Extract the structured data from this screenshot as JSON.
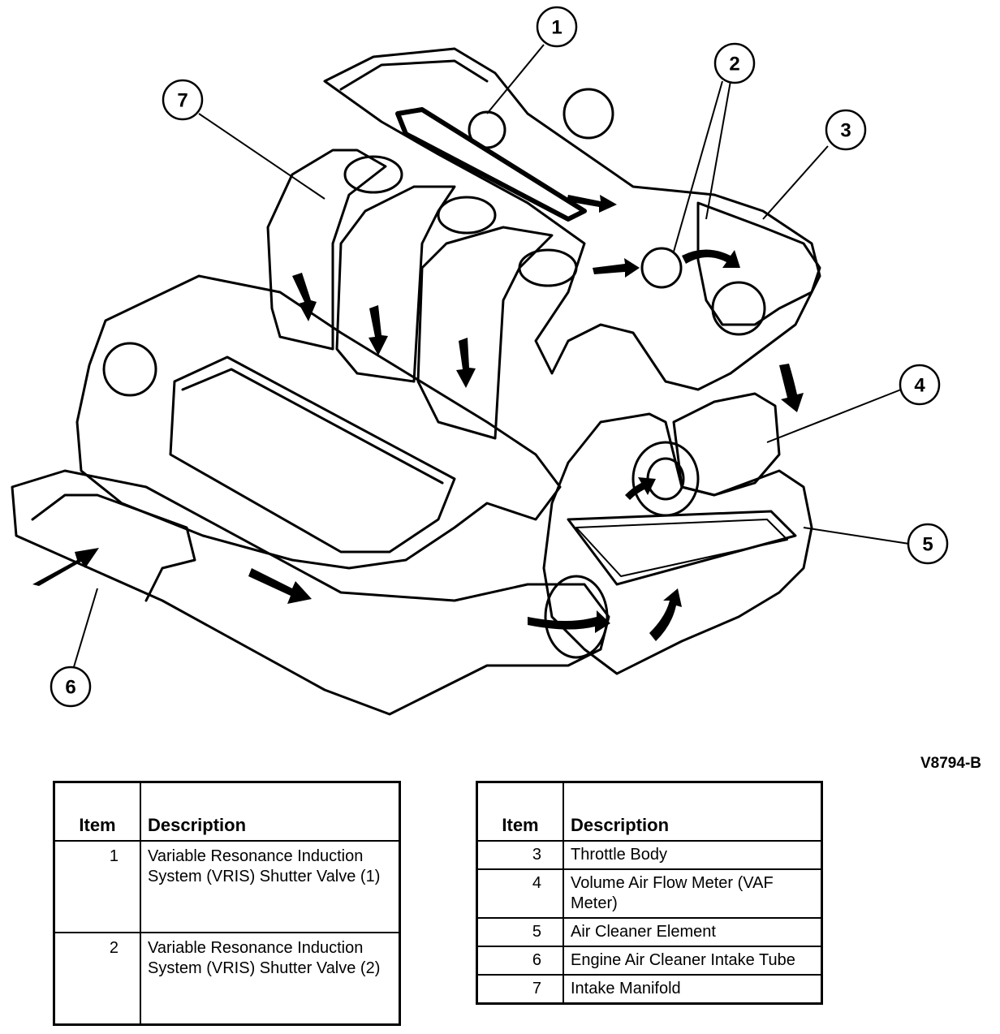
{
  "figure_id": "V8794-B",
  "callouts": [
    "1",
    "2",
    "3",
    "4",
    "5",
    "6",
    "7"
  ],
  "legend_left": {
    "header_item": "Item",
    "header_description": "Description",
    "rows": [
      {
        "item": "1",
        "description": "Variable Resonance Induction System (VRIS) Shutter Valve (1)"
      },
      {
        "item": "2",
        "description": "Variable Resonance Induction System (VRIS) Shutter Valve (2)"
      }
    ]
  },
  "legend_right": {
    "header_item": "Item",
    "header_description": "Description",
    "rows": [
      {
        "item": "3",
        "description": "Throttle Body"
      },
      {
        "item": "4",
        "description": "Volume Air Flow Meter (VAF Meter)"
      },
      {
        "item": "5",
        "description": "Air Cleaner Element"
      },
      {
        "item": "6",
        "description": "Engine Air Cleaner Intake Tube"
      },
      {
        "item": "7",
        "description": "Intake Manifold"
      }
    ]
  }
}
